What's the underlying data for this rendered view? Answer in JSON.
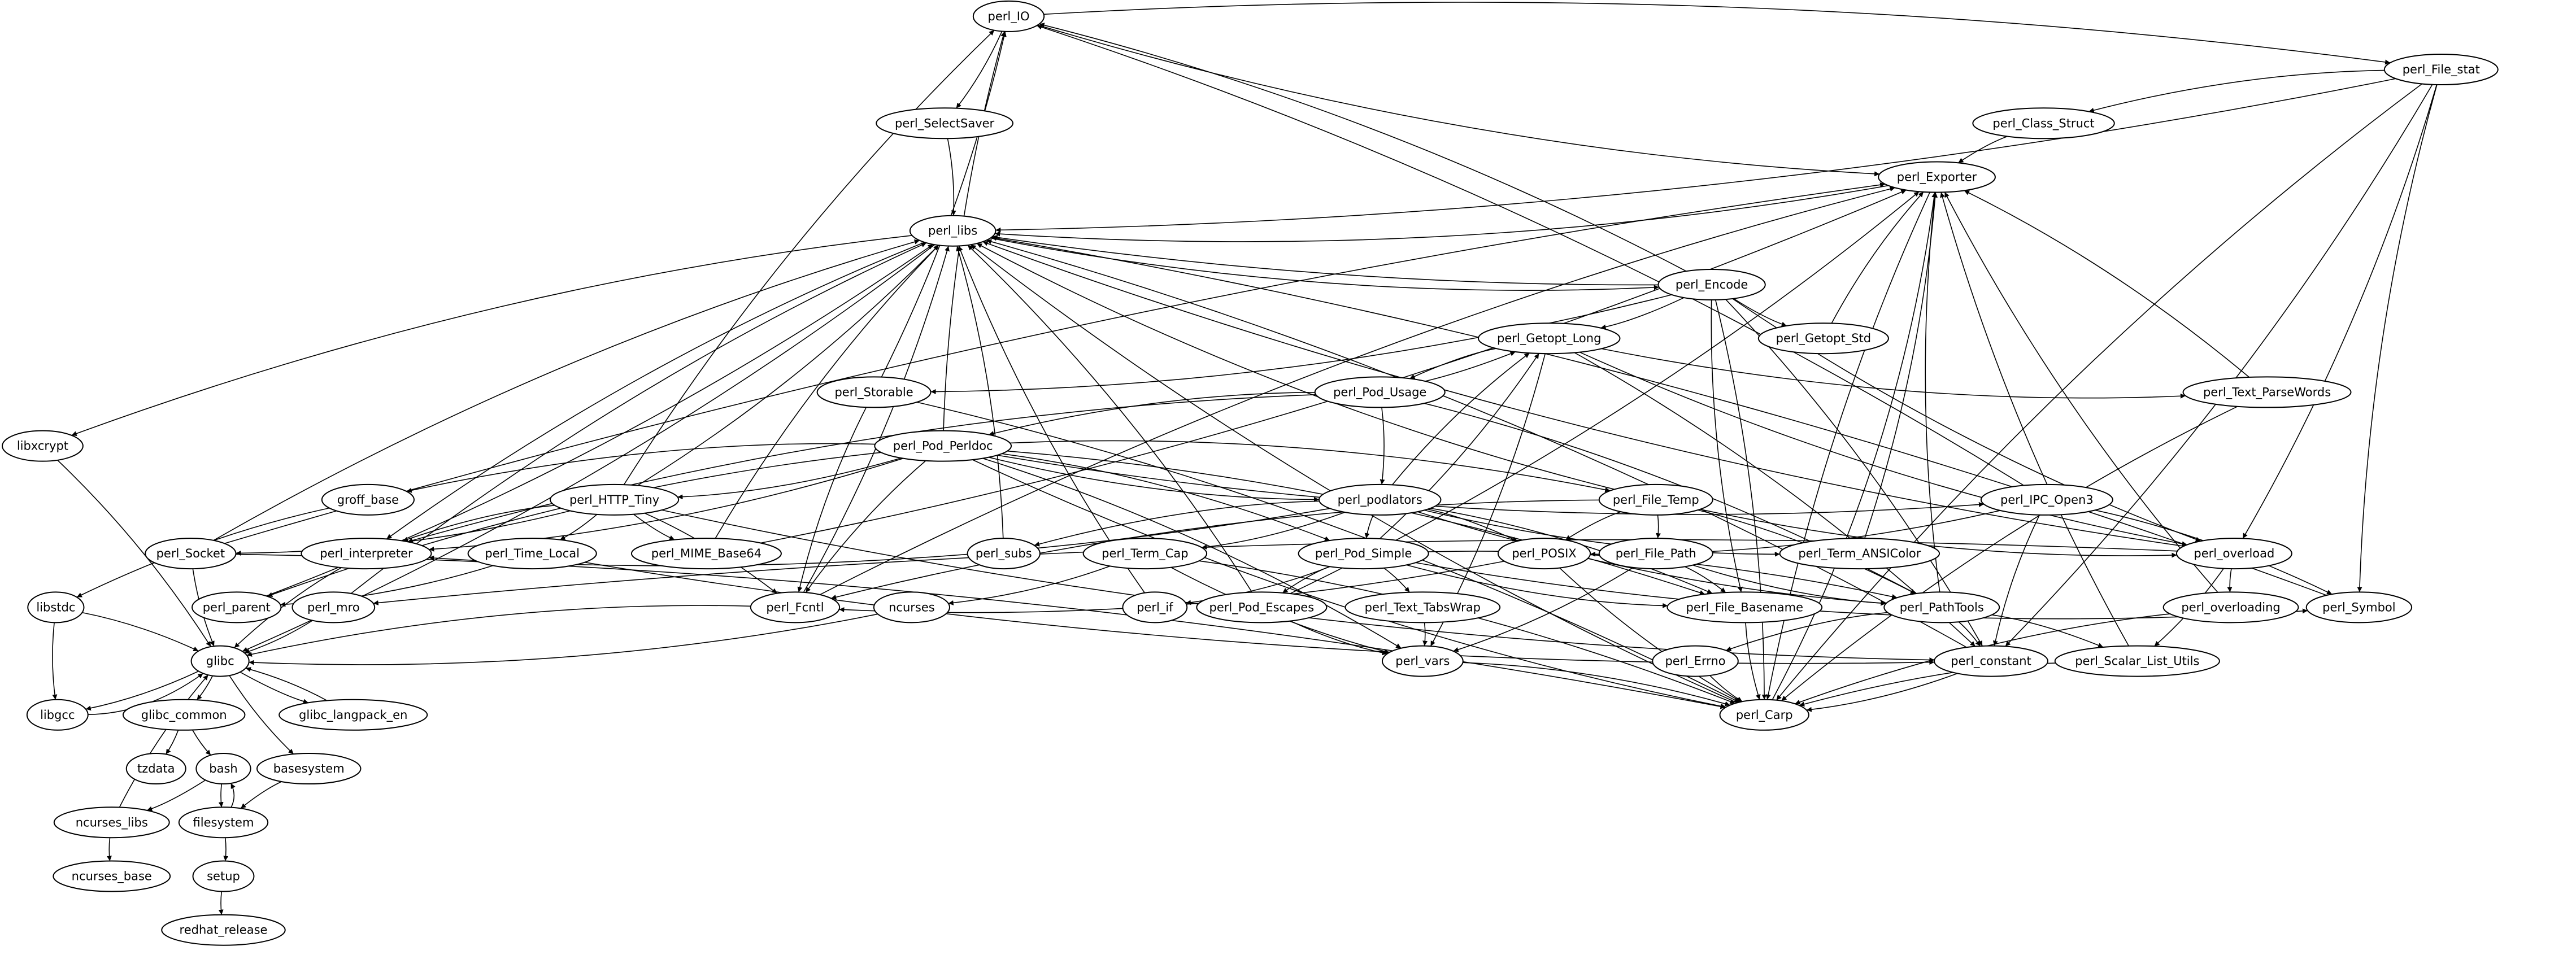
{
  "graph": {
    "nodes": [
      "perl_IO",
      "perl_SelectSaver",
      "perl_libs",
      "perl_Exporter",
      "perl_File_stat",
      "perl_Class_Struct",
      "perl_Encode",
      "perl_Getopt_Long",
      "perl_Getopt_Std",
      "perl_Pod_Usage",
      "perl_Text_ParseWords",
      "perl_Storable",
      "libxcrypt",
      "perl_Pod_Perldoc",
      "groff_base",
      "perl_HTTP_Tiny",
      "perl_podlators",
      "perl_File_Temp",
      "perl_IPC_Open3",
      "perl_Socket",
      "perl_interpreter",
      "perl_Time_Local",
      "perl_MIME_Base64",
      "perl_subs",
      "perl_Term_Cap",
      "perl_Pod_Simple",
      "perl_POSIX",
      "perl_File_Path",
      "perl_Term_ANSIColor",
      "perl_overload",
      "libstdc",
      "perl_parent",
      "perl_mro",
      "perl_Fcntl",
      "ncurses",
      "perl_if",
      "perl_Pod_Escapes",
      "perl_Text_TabsWrap",
      "perl_File_Basename",
      "perl_PathTools",
      "perl_overloading",
      "perl_Symbol",
      "glibc",
      "perl_vars",
      "perl_Errno",
      "perl_constant",
      "perl_Scalar_List_Utils",
      "libgcc",
      "glibc_common",
      "glibc_langpack_en",
      "perl_Carp",
      "tzdata",
      "bash",
      "basesystem",
      "ncurses_libs",
      "filesystem",
      "ncurses_base",
      "setup",
      "redhat_release"
    ],
    "edges": [
      [
        "perl_IO",
        "perl_SelectSaver"
      ],
      [
        "perl_IO",
        "perl_Exporter"
      ],
      [
        "perl_IO",
        "perl_File_stat"
      ],
      [
        "perl_IPC_Open3",
        "perl_IO"
      ],
      [
        "perl_HTTP_Tiny",
        "perl_IO"
      ],
      [
        "perl_Storable",
        "perl_IO"
      ],
      [
        "perl_Pod_Perldoc",
        "perl_IO"
      ],
      [
        "perl_Encode",
        "perl_IO"
      ],
      [
        "perl_SelectSaver",
        "perl_libs"
      ],
      [
        "perl_File_stat",
        "perl_Class_Struct"
      ],
      [
        "perl_File_stat",
        "perl_overload"
      ],
      [
        "perl_File_stat",
        "perl_Symbol"
      ],
      [
        "perl_File_stat",
        "perl_constant"
      ],
      [
        "perl_File_stat",
        "perl_Carp"
      ],
      [
        "perl_File_stat",
        "perl_libs"
      ],
      [
        "perl_Class_Struct",
        "perl_Exporter"
      ],
      [
        "perl_Exporter",
        "perl_libs"
      ],
      [
        "perl_Exporter",
        "perl_Carp"
      ],
      [
        "perl_Getopt_Std",
        "perl_Exporter"
      ],
      [
        "perl_Term_ANSIColor",
        "perl_Exporter"
      ],
      [
        "perl_PathTools",
        "perl_Exporter"
      ],
      [
        "perl_Text_ParseWords",
        "perl_Exporter"
      ],
      [
        "perl_Scalar_List_Utils",
        "perl_Exporter"
      ],
      [
        "perl_Carp",
        "perl_Exporter"
      ],
      [
        "perl_overloading",
        "perl_Exporter"
      ],
      [
        "perl_Pod_Escapes",
        "perl_Exporter"
      ],
      [
        "perl_Fcntl",
        "perl_Exporter"
      ],
      [
        "perl_MIME_Base64",
        "perl_Exporter"
      ],
      [
        "perl_Socket",
        "perl_Exporter"
      ],
      [
        "perl_libs",
        "libxcrypt"
      ],
      [
        "perl_libs",
        "glibc"
      ],
      [
        "perl_libs",
        "perl_Encode"
      ],
      [
        "perl_Encode",
        "perl_libs"
      ],
      [
        "perl_libs",
        "perl_interpreter"
      ],
      [
        "perl_Socket",
        "perl_libs"
      ],
      [
        "perl_parent",
        "perl_libs"
      ],
      [
        "perl_mro",
        "perl_libs"
      ],
      [
        "perl_HTTP_Tiny",
        "perl_libs"
      ],
      [
        "perl_MIME_Base64",
        "perl_libs"
      ],
      [
        "perl_subs",
        "perl_libs"
      ],
      [
        "perl_if",
        "perl_libs"
      ],
      [
        "perl_Pod_Escapes",
        "perl_libs"
      ],
      [
        "perl_File_Temp",
        "perl_libs"
      ],
      [
        "perl_Symbol",
        "perl_libs"
      ],
      [
        "perl_overload",
        "perl_libs"
      ],
      [
        "perl_constant",
        "perl_libs"
      ],
      [
        "perl_Carp",
        "perl_libs"
      ],
      [
        "perl_Fcntl",
        "perl_libs"
      ],
      [
        "perl_Encode",
        "perl_Getopt_Long"
      ],
      [
        "perl_Encode",
        "perl_Getopt_Std"
      ],
      [
        "perl_Encode",
        "perl_Storable"
      ],
      [
        "perl_Encode",
        "perl_File_Basename"
      ],
      [
        "perl_Encode",
        "perl_constant"
      ],
      [
        "perl_Encode",
        "perl_overload"
      ],
      [
        "perl_Encode",
        "perl_Carp"
      ],
      [
        "perl_Getopt_Long",
        "perl_Pod_Usage"
      ],
      [
        "perl_Pod_Usage",
        "perl_Getopt_Long"
      ],
      [
        "perl_Getopt_Long",
        "perl_Text_ParseWords"
      ],
      [
        "perl_Getopt_Long",
        "perl_constant"
      ],
      [
        "perl_Getopt_Long",
        "perl_overload"
      ],
      [
        "perl_Getopt_Long",
        "perl_vars"
      ],
      [
        "perl_Pod_Usage",
        "perl_Pod_Perldoc"
      ],
      [
        "perl_Pod_Usage",
        "perl_podlators"
      ],
      [
        "perl_Pod_Usage",
        "perl_interpreter"
      ],
      [
        "perl_Pod_Usage",
        "perl_PathTools"
      ],
      [
        "perl_Storable",
        "perl_Fcntl"
      ],
      [
        "perl_Storable",
        "perl_Carp"
      ],
      [
        "perl_Text_ParseWords",
        "perl_Carp"
      ],
      [
        "libxcrypt",
        "glibc"
      ],
      [
        "perl_Pod_Perldoc",
        "groff_base"
      ],
      [
        "perl_Pod_Perldoc",
        "perl_HTTP_Tiny"
      ],
      [
        "perl_Pod_Perldoc",
        "perl_podlators"
      ],
      [
        "perl_Pod_Perldoc",
        "perl_File_Temp"
      ],
      [
        "perl_Pod_Perldoc",
        "perl_IPC_Open3"
      ],
      [
        "perl_Pod_Perldoc",
        "perl_Pod_Simple"
      ],
      [
        "perl_Pod_Perldoc",
        "perl_Fcntl"
      ],
      [
        "perl_Pod_Perldoc",
        "perl_interpreter"
      ],
      [
        "perl_Pod_Perldoc",
        "perl_parent"
      ],
      [
        "perl_Pod_Perldoc",
        "perl_vars"
      ],
      [
        "perl_Pod_Perldoc",
        "perl_Carp"
      ],
      [
        "perl_Pod_Perldoc",
        "perl_File_Basename"
      ],
      [
        "groff_base",
        "libstdc"
      ],
      [
        "perl_HTTP_Tiny",
        "perl_Socket"
      ],
      [
        "perl_HTTP_Tiny",
        "perl_interpreter"
      ],
      [
        "perl_HTTP_Tiny",
        "perl_Time_Local"
      ],
      [
        "perl_HTTP_Tiny",
        "perl_MIME_Base64"
      ],
      [
        "perl_HTTP_Tiny",
        "perl_Fcntl"
      ],
      [
        "perl_HTTP_Tiny",
        "perl_constant"
      ],
      [
        "perl_podlators",
        "perl_Getopt_Long"
      ],
      [
        "perl_podlators",
        "perl_subs"
      ],
      [
        "perl_podlators",
        "perl_Term_Cap"
      ],
      [
        "perl_podlators",
        "perl_Pod_Simple"
      ],
      [
        "perl_podlators",
        "perl_POSIX"
      ],
      [
        "perl_podlators",
        "perl_Term_ANSIColor"
      ],
      [
        "perl_podlators",
        "perl_File_Basename"
      ],
      [
        "perl_podlators",
        "perl_PathTools"
      ],
      [
        "perl_podlators",
        "perl_interpreter"
      ],
      [
        "perl_File_Temp",
        "perl_POSIX"
      ],
      [
        "perl_File_Temp",
        "perl_File_Path"
      ],
      [
        "perl_File_Temp",
        "perl_overload"
      ],
      [
        "perl_File_Temp",
        "perl_PathTools"
      ],
      [
        "perl_File_Temp",
        "perl_Fcntl"
      ],
      [
        "perl_IPC_Open3",
        "perl_POSIX"
      ],
      [
        "perl_IPC_Open3",
        "perl_constant"
      ],
      [
        "perl_IPC_Open3",
        "perl_Symbol"
      ],
      [
        "perl_Socket",
        "glibc"
      ],
      [
        "perl_Socket",
        "perl_Carp"
      ],
      [
        "perl_interpreter",
        "glibc"
      ],
      [
        "perl_Time_Local",
        "perl_parent"
      ],
      [
        "perl_Time_Local",
        "perl_constant"
      ],
      [
        "perl_Term_Cap",
        "ncurses"
      ],
      [
        "perl_Term_Cap",
        "perl_vars"
      ],
      [
        "perl_Term_Cap",
        "perl_Carp"
      ],
      [
        "perl_Pod_Simple",
        "perl_Getopt_Long"
      ],
      [
        "perl_Pod_Simple",
        "perl_if"
      ],
      [
        "perl_Pod_Simple",
        "perl_Pod_Escapes"
      ],
      [
        "perl_Pod_Simple",
        "perl_Text_TabsWrap"
      ],
      [
        "perl_Pod_Simple",
        "perl_File_Basename"
      ],
      [
        "perl_Pod_Simple",
        "perl_PathTools"
      ],
      [
        "perl_Pod_Simple",
        "perl_Symbol"
      ],
      [
        "perl_POSIX",
        "perl_Fcntl"
      ],
      [
        "perl_POSIX",
        "perl_Carp"
      ],
      [
        "perl_File_Path",
        "perl_File_Basename"
      ],
      [
        "perl_File_Path",
        "perl_PathTools"
      ],
      [
        "perl_File_Path",
        "perl_vars"
      ],
      [
        "perl_overload",
        "perl_overloading"
      ],
      [
        "perl_overload",
        "perl_Scalar_List_Utils"
      ],
      [
        "perl_overload",
        "perl_mro"
      ],
      [
        "libstdc",
        "glibc"
      ],
      [
        "libstdc",
        "libgcc"
      ],
      [
        "perl_mro",
        "glibc"
      ],
      [
        "perl_Fcntl",
        "glibc"
      ],
      [
        "ncurses",
        "glibc"
      ],
      [
        "perl_Pod_Escapes",
        "perl_vars"
      ],
      [
        "perl_Text_TabsWrap",
        "perl_vars"
      ],
      [
        "perl_File_Basename",
        "perl_Carp"
      ],
      [
        "perl_PathTools",
        "perl_constant"
      ],
      [
        "perl_PathTools",
        "perl_Errno"
      ],
      [
        "perl_PathTools",
        "perl_Scalar_List_Utils"
      ],
      [
        "perl_overloading",
        "perl_Carp"
      ],
      [
        "perl_vars",
        "perl_Carp"
      ],
      [
        "perl_Errno",
        "perl_Carp"
      ],
      [
        "perl_constant",
        "perl_Carp"
      ],
      [
        "perl_Scalar_List_Utils",
        "perl_Carp"
      ],
      [
        "glibc",
        "libgcc"
      ],
      [
        "libgcc",
        "glibc"
      ],
      [
        "glibc",
        "glibc_common"
      ],
      [
        "glibc",
        "glibc_langpack_en"
      ],
      [
        "glibc_langpack_en",
        "glibc"
      ],
      [
        "glibc",
        "basesystem"
      ],
      [
        "glibc_common",
        "tzdata"
      ],
      [
        "glibc_common",
        "bash"
      ],
      [
        "bash",
        "ncurses_libs"
      ],
      [
        "bash",
        "filesystem"
      ],
      [
        "filesystem",
        "bash"
      ],
      [
        "basesystem",
        "filesystem"
      ],
      [
        "ncurses_libs",
        "glibc"
      ],
      [
        "ncurses_libs",
        "ncurses_base"
      ],
      [
        "filesystem",
        "setup"
      ],
      [
        "setup",
        "redhat_release"
      ]
    ]
  },
  "colors": {
    "stroke": "#000000",
    "fill": "#ffffff"
  }
}
